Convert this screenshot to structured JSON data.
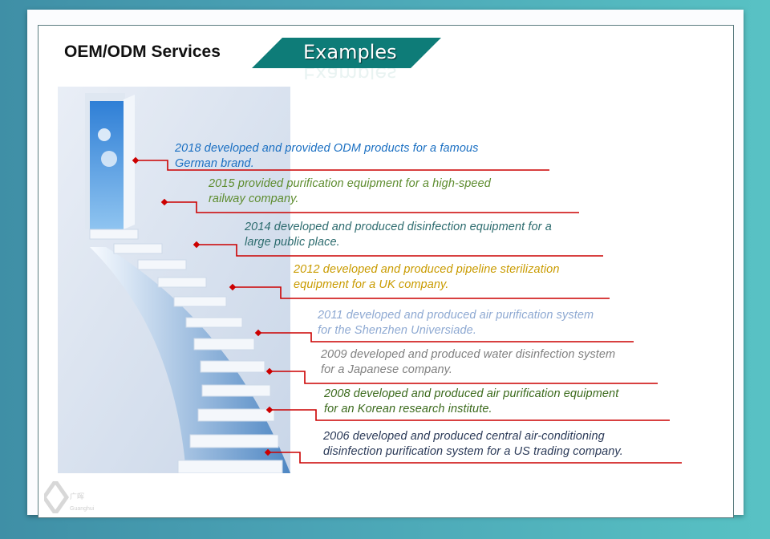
{
  "title": "OEM/ODM Services",
  "badge": "Examples",
  "entries": [
    {
      "line1": "2018 developed and provided ODM products for a famous",
      "line2": "German brand.",
      "color": "#1a6fc2"
    },
    {
      "line1": "2015 provided purification equipment for a high-speed",
      "line2": "railway company.",
      "color": "#5d8c2e"
    },
    {
      "line1": "2014 developed and produced disinfection equipment for a",
      "line2": "large public place.",
      "color": "#2c6b6e"
    },
    {
      "line1": "2012 developed and produced pipeline sterilization",
      "line2": "equipment for a UK company.",
      "color": "#c99b00"
    },
    {
      "line1": "2011 developed and produced air purification system",
      "line2": "for the Shenzhen Universiade.",
      "color": "#8ea9d2"
    },
    {
      "line1": "2009 developed and produced water disinfection system",
      "line2": "for a Japanese company.",
      "color": "#808080"
    },
    {
      "line1": "2008 developed and produced air purification equipment",
      "line2": "for an Korean research institute.",
      "color": "#3b6a1c"
    },
    {
      "line1": "2006 developed and produced central air-conditioning",
      "line2": "disinfection purification system for a US trading company.",
      "color": "#2b3a58"
    }
  ],
  "logo_text": "Guanghui",
  "accent_teal": "#0e7c78",
  "connector_color": "#cc0000"
}
